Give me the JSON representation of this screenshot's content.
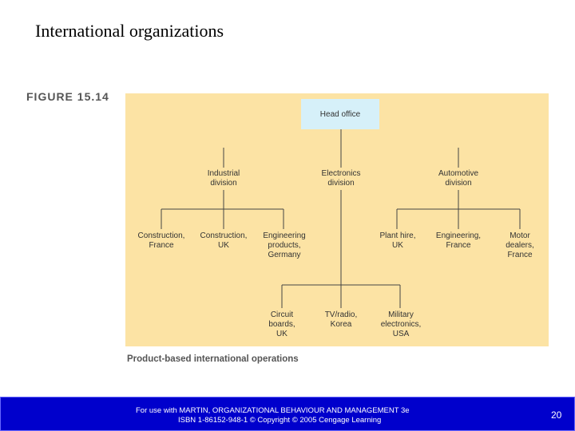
{
  "slide": {
    "title": "International organizations",
    "page_number": "20"
  },
  "figure": {
    "label": "FIGURE 15.14",
    "caption": "Product-based international operations",
    "head": "Head office",
    "divisions": [
      {
        "label": "Industrial\ndivision"
      },
      {
        "label": "Electronics\ndivision"
      },
      {
        "label": "Automotive\ndivision"
      }
    ],
    "industrial_units": [
      {
        "label": "Construction,\nFrance"
      },
      {
        "label": "Construction,\nUK"
      },
      {
        "label": "Engineering\nproducts,\nGermany"
      }
    ],
    "automotive_units": [
      {
        "label": "Plant hire,\nUK"
      },
      {
        "label": "Engineering,\nFrance"
      },
      {
        "label": "Motor\ndealers,\nFrance"
      }
    ],
    "electronics_units": [
      {
        "label": "Circuit\nboards,\nUK"
      },
      {
        "label": "TV/radio,\nKorea"
      },
      {
        "label": "Military\nelectronics,\nUSA"
      }
    ]
  },
  "footer": {
    "line1": "For use with MARTIN, ORGANIZATIONAL BEHAVIOUR AND MANAGEMENT 3e",
    "line2": "ISBN 1-86152-948-1 © Copyright © 2005 Cengage Learning"
  },
  "colors": {
    "panel": "#fce3a4",
    "head_box": "#d6f0f9",
    "footer": "#0000cc"
  }
}
